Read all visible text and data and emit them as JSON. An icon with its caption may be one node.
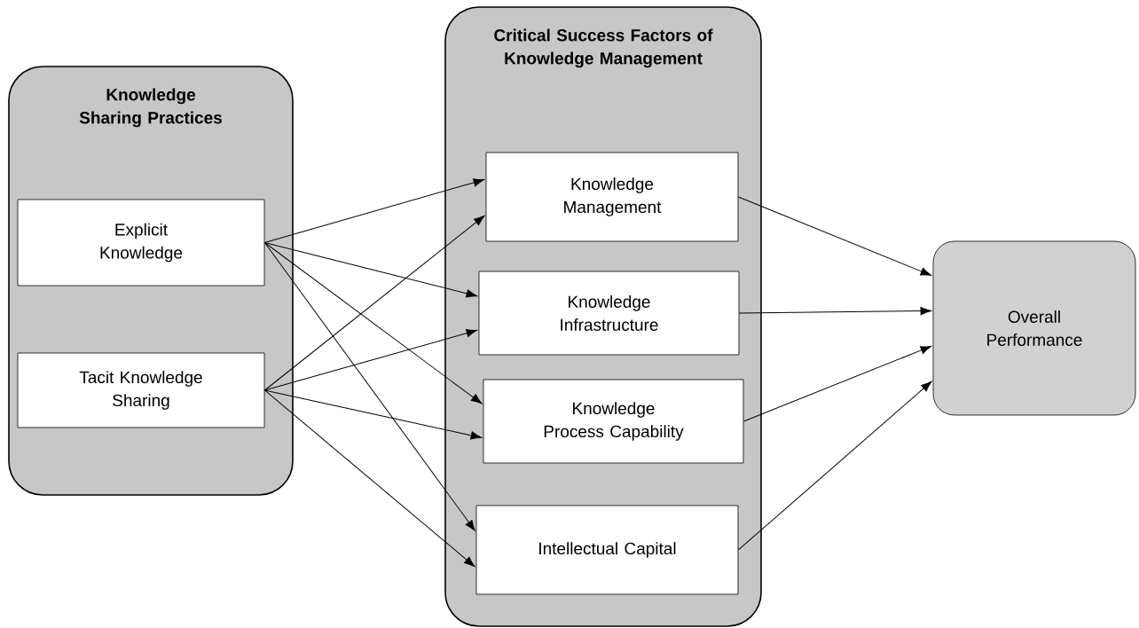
{
  "diagram": {
    "nodes": [
      {
        "text": [
          "Knowledge Sharing Practices"
        ]
      },
      {
        "text": [
          "Explicit Knowledge"
        ],
        "in": 0
      },
      {
        "text": [
          "Tacit Knowledge Sharing"
        ],
        "in": 0
      },
      {
        "text": [
          "Critical Success Factors of Knowledge Management"
        ]
      },
      {
        "text": [
          "Knowledge Management"
        ],
        "in": 3
      },
      {
        "text": [
          "Knowledge Infrastructure"
        ],
        "in": 3
      },
      {
        "text": [
          "Knowledge Process Capability"
        ],
        "in": 3
      },
      {
        "text": [
          "Intellectual Capital"
        ],
        "in": 3
      },
      {
        "text": [
          "Overall Performance"
        ]
      }
    ],
    "edges": [
      {
        "from": 1,
        "to": 4,
        "arrow": "to"
      },
      {
        "from": 1,
        "to": 5,
        "arrow": "to"
      },
      {
        "from": 1,
        "to": 6,
        "arrow": "to"
      },
      {
        "from": 1,
        "to": 7,
        "arrow": "to"
      },
      {
        "from": 2,
        "to": 4,
        "arrow": "to"
      },
      {
        "from": 2,
        "to": 5,
        "arrow": "to"
      },
      {
        "from": 2,
        "to": 6,
        "arrow": "to"
      },
      {
        "from": 2,
        "to": 7,
        "arrow": "to"
      },
      {
        "from": 4,
        "to": 8,
        "arrow": "to"
      },
      {
        "from": 5,
        "to": 8,
        "arrow": "to"
      },
      {
        "from": 6,
        "to": 8,
        "arrow": "to"
      },
      {
        "from": 7,
        "to": 8,
        "arrow": "to"
      }
    ]
  }
}
